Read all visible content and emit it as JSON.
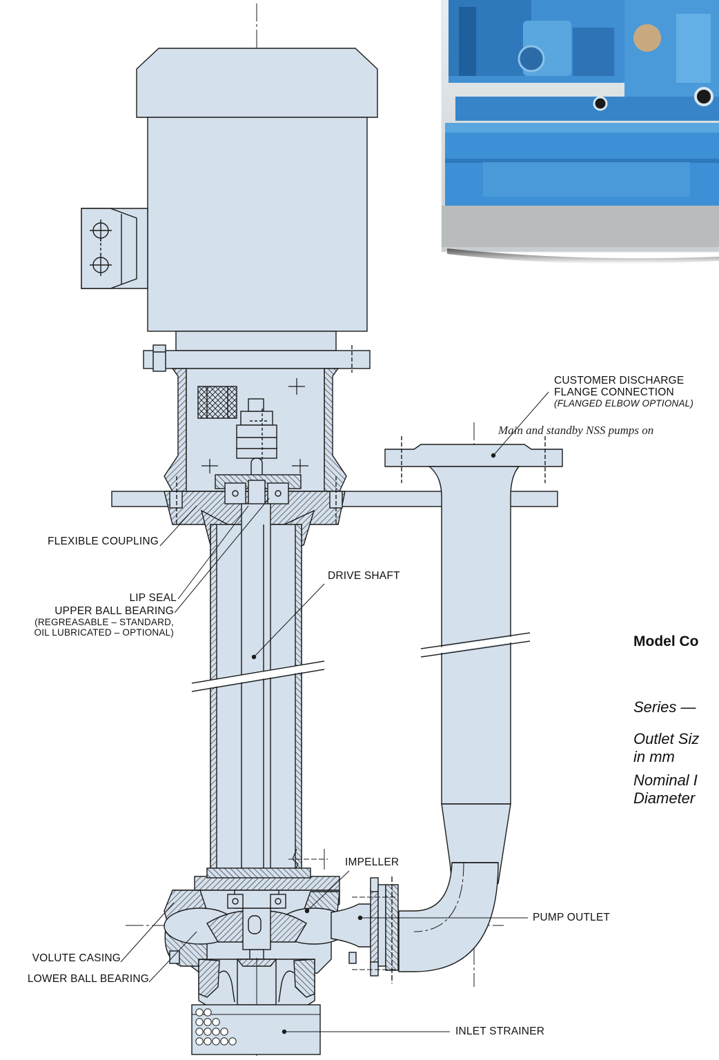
{
  "labels": {
    "customer_discharge": {
      "line1": "CUSTOMER DISCHARGE",
      "line2": "FLANGE CONNECTION",
      "line3": "(FLANGED ELBOW OPTIONAL)"
    },
    "flexible_coupling": "FLEXIBLE COUPLING",
    "lip_seal": "LIP SEAL",
    "upper_ball_bearing": {
      "line1": "UPPER BALL BEARING",
      "line2": "(REGREASABLE – STANDARD,",
      "line3": "OIL LUBRICATED – OPTIONAL)"
    },
    "drive_shaft": "DRIVE SHAFT",
    "impeller": "IMPELLER",
    "pump_outlet": "PUMP OUTLET",
    "volute_casing": "VOLUTE CASING",
    "lower_ball_bearing": "LOWER BALL BEARING",
    "inlet_strainer": "INLET STRAINER"
  },
  "photo_caption": "Main and standby NSS pumps on",
  "model_code": {
    "title": "Model Co",
    "series": "Series —",
    "outlet_size_line1": "Outlet Siz",
    "outlet_size_line2": "in mm",
    "nominal_line1": "Nominal I",
    "nominal_line2": "Diameter"
  },
  "colors": {
    "part_fill": "#d4e0ec",
    "outline": "#1a1a1a",
    "photo_blue": "#3f8fd2",
    "photo_floor": "#b9bcbd"
  },
  "icons": [
    "motor-junction-box-icon",
    "inlet-strainer-holes-icon",
    "hatching-pattern-icon"
  ]
}
